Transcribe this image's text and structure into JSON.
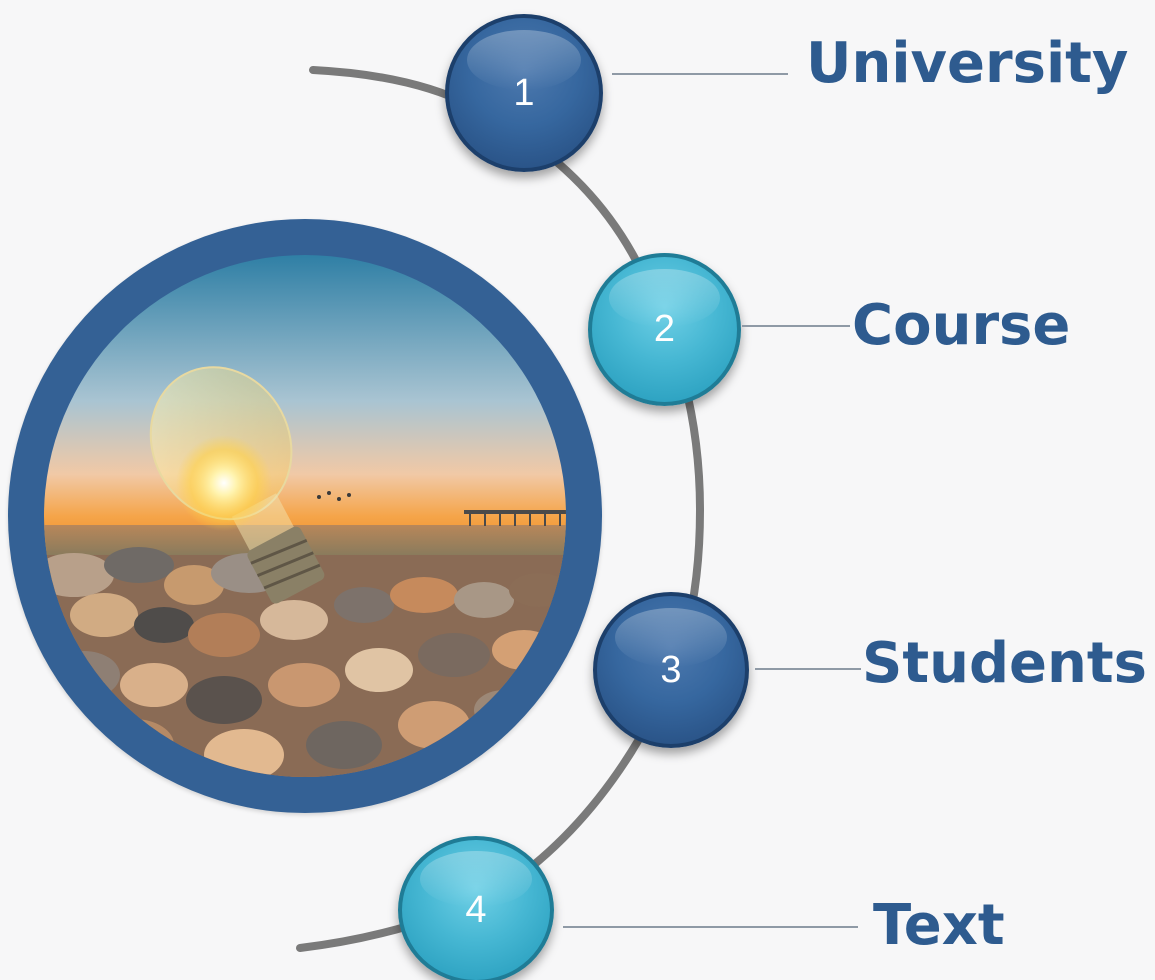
{
  "steps": [
    {
      "number": "1",
      "label": "University"
    },
    {
      "number": "2",
      "label": "Course"
    },
    {
      "number": "3",
      "label": "Students"
    },
    {
      "number": "4",
      "label": "Text"
    }
  ],
  "colors": {
    "ring": "#346195",
    "dark_node": "#36679f",
    "light_node": "#46b7d3",
    "label_text": "#2e5b8f",
    "arc": "#7a7a7a",
    "connector": "#8f9aa6",
    "background": "#f7f7f8"
  },
  "photo": {
    "subject": "light-bulb-on-pebble-beach-at-sunset"
  }
}
